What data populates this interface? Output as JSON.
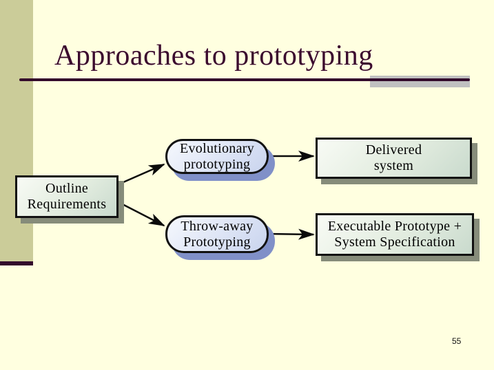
{
  "slide": {
    "title": "Approaches to prototyping",
    "page_number": "55"
  },
  "diagram": {
    "nodes": {
      "outline_requirements": {
        "line1": "Outline",
        "line2": "Requirements",
        "shape": "rectangle"
      },
      "evolutionary_prototyping": {
        "line1": "Evolutionary",
        "line2": "prototyping",
        "shape": "rounded"
      },
      "throw_away_prototyping": {
        "line1": "Throw-away",
        "line2": "Prototyping",
        "shape": "rounded"
      },
      "delivered_system": {
        "line1": "Delivered",
        "line2": "system",
        "shape": "rectangle"
      },
      "executable_prototype": {
        "line1": "Executable Prototype +",
        "line2": "System Specification",
        "shape": "rectangle"
      }
    },
    "connections": [
      {
        "from": "outline_requirements",
        "to": "evolutionary_prototyping"
      },
      {
        "from": "outline_requirements",
        "to": "throw_away_prototyping"
      },
      {
        "from": "evolutionary_prototyping",
        "to": "delivered_system"
      },
      {
        "from": "throw_away_prototyping",
        "to": "executable_prototype"
      }
    ],
    "colors": {
      "background": "#ffffe0",
      "sidebar_khaki": "#cbcc99",
      "accent_maroon": "#33092b",
      "title_text": "#3b0a2e",
      "rule_highlight_silver": "#c0c0c0",
      "rect_node_fill_top": "#f8fbf5",
      "rect_node_fill_bottom": "#c9dacd",
      "rect_node_shadow": "#868c7a",
      "rounded_node_fill_top": "#f5f8fd",
      "rounded_node_fill_bottom": "#c9d4ee",
      "rounded_node_shadow": "#8090c8",
      "node_border": "#111111",
      "arrow": "#0a0a0a"
    }
  }
}
